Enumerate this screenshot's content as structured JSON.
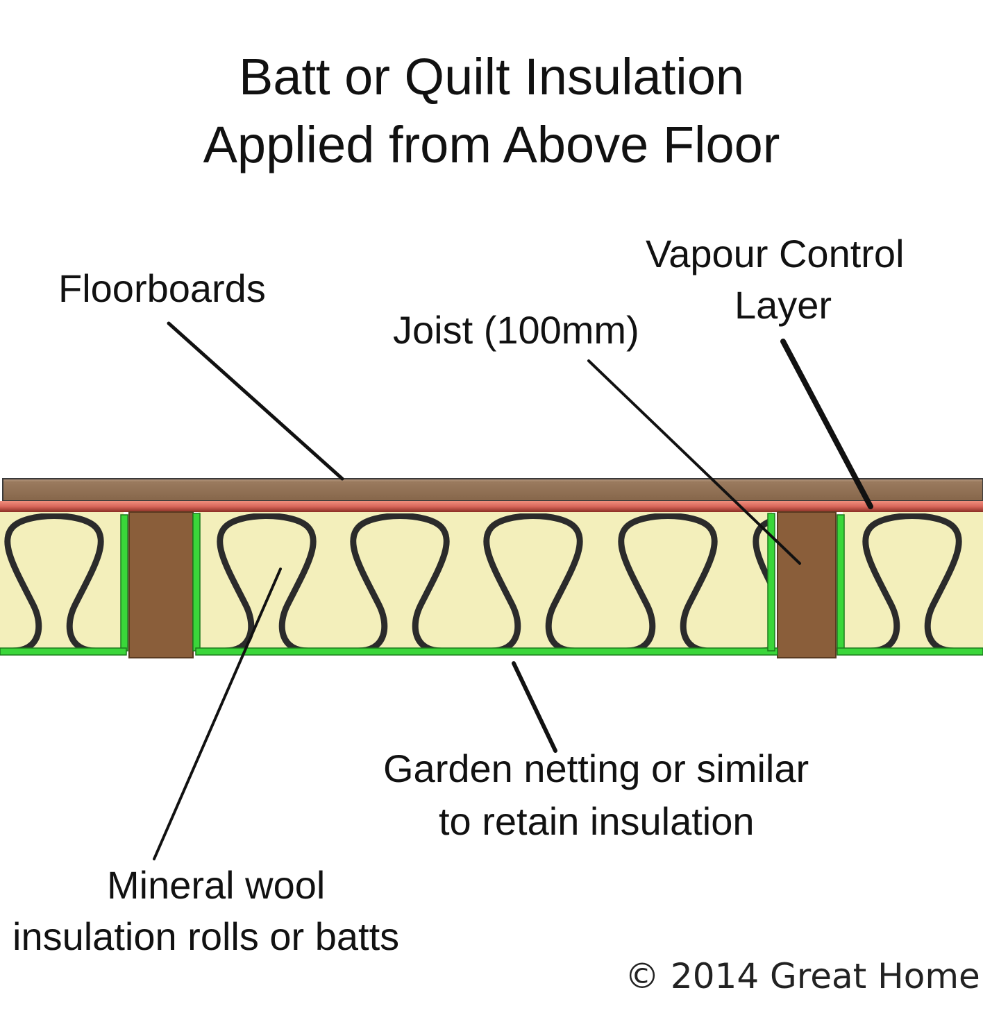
{
  "title": {
    "line1": "Batt or Quilt Insulation",
    "line2": "Applied from Above Floor"
  },
  "labels": {
    "floorboards": "Floorboards",
    "joist": "Joist (100mm)",
    "vapour_line1": "Vapour Control",
    "vapour_line2": "Layer",
    "netting_line1": "Garden netting or similar",
    "netting_line2": "to retain insulation",
    "mineral_line1": "Mineral wool",
    "mineral_line2": "insulation rolls or batts"
  },
  "copyright": "© 2014 Great Home",
  "colors": {
    "floorboard": "#8b6a4c",
    "vapour_layer": "#d9665a",
    "joist": "#8a5e3a",
    "insulation": "#f3efbb",
    "insulation_squiggle": "#2b2b2b",
    "netting": "#3ad63a",
    "leader_line": "#111111"
  }
}
